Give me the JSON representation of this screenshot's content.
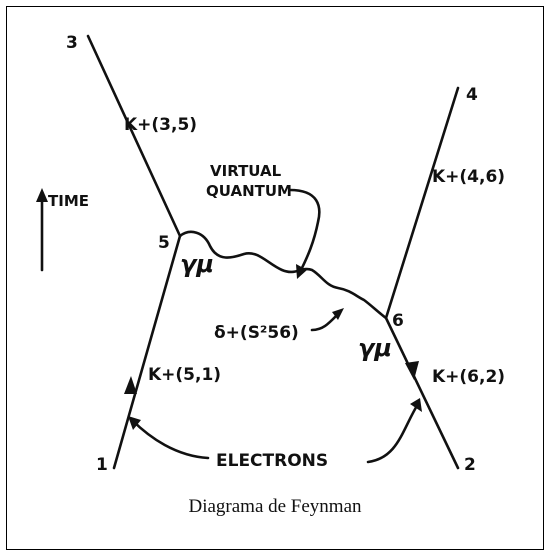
{
  "diagram": {
    "vertices": {
      "v1": "1",
      "v2": "2",
      "v3": "3",
      "v4": "4",
      "v5": "5",
      "v6": "6"
    },
    "propagators": {
      "k35": "K+(3,5)",
      "k46": "K+(4,6)",
      "k51": "K+(5,1)",
      "k62": "K+(6,2)"
    },
    "virtual_quantum": {
      "line1": "VIRTUAL",
      "line2": "QUANTUM"
    },
    "delta_label": "δ+(S²56)",
    "gamma_left": "γμ",
    "gamma_right": "γμ",
    "time_label": "TIME",
    "electrons_label": "ELECTRONS"
  },
  "caption": "Diagrama de Feynman"
}
